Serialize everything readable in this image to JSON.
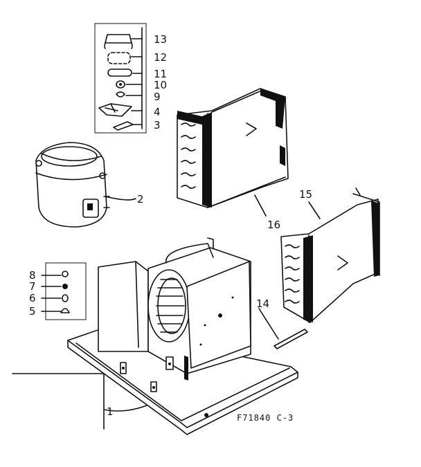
{
  "diagram": {
    "labels": {
      "p1": "1",
      "p2": "2",
      "p3": "3",
      "p4": "4",
      "p5": "5",
      "p6": "6",
      "p7": "7",
      "p8": "8",
      "p9": "9",
      "p10": "10",
      "p11": "11",
      "p12": "12",
      "p13": "13",
      "p14": "14",
      "p15": "15",
      "p16": "16"
    },
    "caption": "F71840  C-3"
  }
}
